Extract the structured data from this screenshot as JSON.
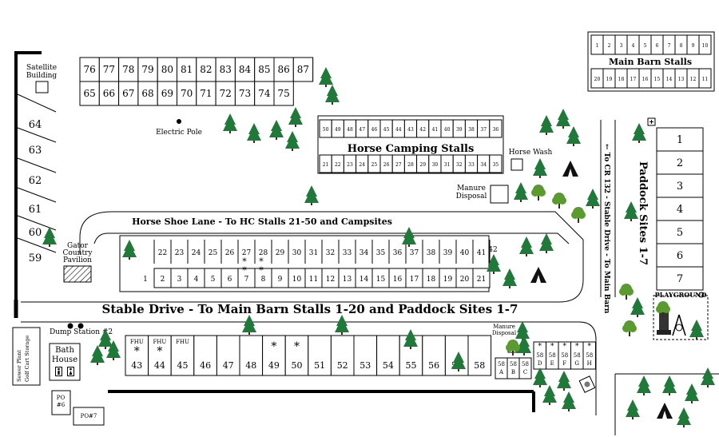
{
  "colors": {
    "tree": "#1f7a3a",
    "deciduous": "#5a9a2e",
    "ink": "#000000",
    "background": "#ffffff"
  },
  "labels": {
    "satellite_building": [
      "Satellite",
      "Building"
    ],
    "electric_pole": "Electric Pole",
    "horse_camping_stalls": "Horse Camping Stalls",
    "horse_wash": "Horse Wash",
    "manure_disposal": [
      "Manure",
      "Disposal"
    ],
    "manure_disposal_2": [
      "Manure",
      "Disposal"
    ],
    "horse_shoe_lane": "Horse Shoe Lane - To HC Stalls 21-50 and Campsites",
    "stable_drive": "Stable Drive - To Main Barn Stalls 1-20 and Paddock Sites 1-7",
    "gator_pavilion": [
      "Gator",
      "Country",
      "Pavilion"
    ],
    "main_barn_stalls": "Main Barn Stalls",
    "paddock_sites": "Paddock Sites 1-7",
    "to_cr132": "← To CR 132 - Stable Drive - To Main Barn",
    "playground": "PLAYGROUND",
    "dump_station": "Dump Station #2",
    "bath_house": [
      "Bath",
      "House"
    ],
    "sewer_plant": [
      "Sewer Plant",
      "Golf Cart Storage"
    ],
    "po6": [
      "PO",
      "#6"
    ],
    "po7": "PO#7",
    "fhu": "FHU",
    "asterisk": "*"
  },
  "top_row": [
    "76",
    "77",
    "78",
    "79",
    "80",
    "81",
    "82",
    "83",
    "84",
    "85",
    "86",
    "87"
  ],
  "bottom_row": [
    "65",
    "66",
    "67",
    "68",
    "69",
    "70",
    "71",
    "72",
    "73",
    "74",
    "75"
  ],
  "left_sites": [
    "64",
    "63",
    "62",
    "61",
    "60",
    "59"
  ],
  "camping_top": [
    "50",
    "49",
    "48",
    "47",
    "46",
    "45",
    "44",
    "43",
    "42",
    "41",
    "40",
    "39",
    "38",
    "37",
    "36"
  ],
  "camping_bottom": [
    "21",
    "22",
    "23",
    "24",
    "25",
    "26",
    "27",
    "28",
    "29",
    "30",
    "31",
    "32",
    "33",
    "34",
    "35"
  ],
  "barn_top": [
    "1",
    "2",
    "3",
    "4",
    "5",
    "6",
    "7",
    "8",
    "9",
    "10"
  ],
  "barn_bottom": [
    "20",
    "19",
    "18",
    "17",
    "16",
    "15",
    "14",
    "13",
    "12",
    "11"
  ],
  "paddock": [
    "1",
    "2",
    "3",
    "4",
    "5",
    "6",
    "7"
  ],
  "center_top": [
    "22",
    "23",
    "24",
    "25",
    "26",
    "27",
    "28",
    "29",
    "30",
    "31",
    "32",
    "33",
    "34",
    "35",
    "36",
    "37",
    "38",
    "39",
    "40",
    "41"
  ],
  "center_bottom": [
    "1",
    "2",
    "3",
    "4",
    "5",
    "6",
    "7",
    "8",
    "9",
    "10",
    "11",
    "12",
    "13",
    "14",
    "15",
    "16",
    "17",
    "18",
    "19",
    "20",
    "21"
  ],
  "center_extra": "42",
  "bottom_sites": [
    {
      "num": "43",
      "fhu": true,
      "star": true
    },
    {
      "num": "44",
      "fhu": true,
      "star": true
    },
    {
      "num": "45",
      "fhu": true,
      "star": false
    },
    {
      "num": "46",
      "fhu": false,
      "star": false
    },
    {
      "num": "47",
      "fhu": false,
      "star": false
    },
    {
      "num": "48",
      "fhu": false,
      "star": false
    },
    {
      "num": "49",
      "fhu": false,
      "star": true
    },
    {
      "num": "50",
      "fhu": false,
      "star": true
    },
    {
      "num": "51",
      "fhu": false,
      "star": false
    },
    {
      "num": "52",
      "fhu": false,
      "star": false
    },
    {
      "num": "53",
      "fhu": false,
      "star": false
    },
    {
      "num": "54",
      "fhu": false,
      "star": false
    },
    {
      "num": "55",
      "fhu": false,
      "star": false
    },
    {
      "num": "56",
      "fhu": false,
      "star": false
    },
    {
      "num": "57",
      "fhu": false,
      "star": false
    },
    {
      "num": "58",
      "fhu": false,
      "star": false
    }
  ],
  "sites_58_lower": [
    [
      "58",
      "A"
    ],
    [
      "58",
      "B"
    ],
    [
      "58",
      "C"
    ]
  ],
  "sites_58_upper": [
    [
      "58",
      "D"
    ],
    [
      "58",
      "E"
    ],
    [
      "58",
      "F"
    ],
    [
      "58",
      "G"
    ],
    [
      "58",
      "H"
    ]
  ]
}
